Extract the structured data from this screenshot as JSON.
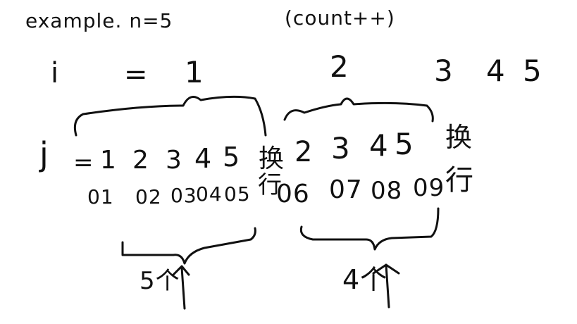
{
  "canvas": {
    "background": "#ffffff",
    "ink_color": "#111111"
  },
  "header": {
    "title": "example. n=5",
    "counter": "(count++)"
  },
  "outer_loop": {
    "label": "i",
    "equals": "=",
    "values": [
      "1",
      "2",
      "3",
      "4",
      "5"
    ]
  },
  "inner_loop": {
    "label": "j",
    "equals": "=",
    "first_pass": [
      "1",
      "2",
      "3",
      "4",
      "5"
    ],
    "second_pass": [
      "2",
      "3",
      "4",
      "5"
    ],
    "swap_label": "换",
    "line_break_label": "行"
  },
  "counts": {
    "first_pass": [
      "01",
      "02",
      "03",
      "04",
      "05"
    ],
    "second_pass": [
      "06",
      "07",
      "08",
      "09"
    ]
  },
  "summary": {
    "first_group": "5个",
    "second_group": "4个"
  }
}
